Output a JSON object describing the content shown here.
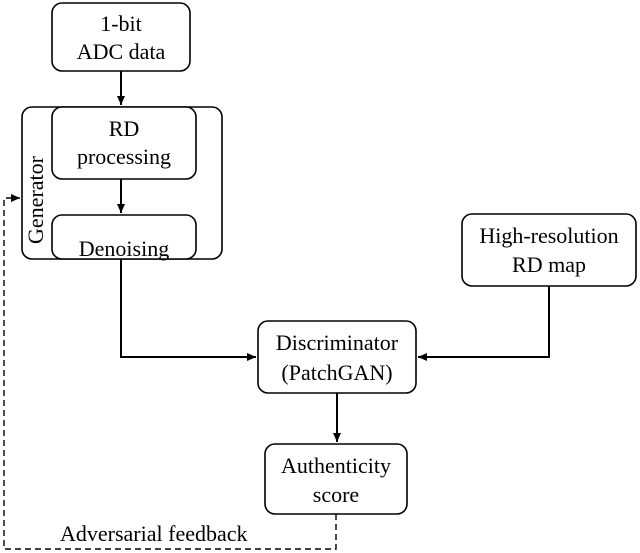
{
  "nodes": {
    "adc": {
      "line1": "1-bit",
      "line2": "ADC data"
    },
    "rd_processing": {
      "line1": "RD",
      "line2": "processing"
    },
    "denoising": {
      "line1": "Denoising"
    },
    "high_res": {
      "line1": "High-resolution",
      "line2": "RD map"
    },
    "discriminator": {
      "line1": "Discriminator",
      "line2": "(PatchGAN)"
    },
    "authenticity": {
      "line1": "Authenticity",
      "line2": "score"
    }
  },
  "groups": {
    "generator": {
      "label": "Generator"
    }
  },
  "edges": {
    "feedback_label": "Adversarial feedback"
  }
}
